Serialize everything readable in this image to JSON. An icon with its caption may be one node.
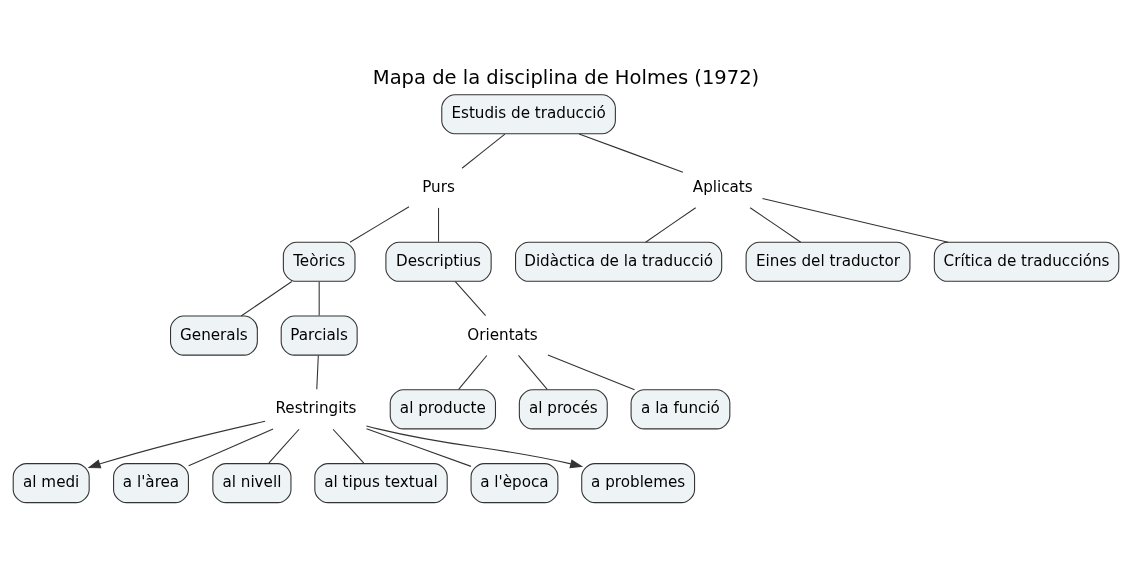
{
  "diagram": {
    "title": "Mapa de la disciplina de Holmes (1972)",
    "nodes": [
      {
        "text": [
          "Estudis de traducció"
        ]
      },
      {
        "text": [
          "Purs"
        ]
      },
      {
        "text": [
          "Aplicats"
        ]
      },
      {
        "text": [
          "Teòrics"
        ]
      },
      {
        "text": [
          "Descriptius"
        ]
      },
      {
        "text": [
          "Generals"
        ]
      },
      {
        "text": [
          "Parcials"
        ]
      },
      {
        "text": [
          "Restringits"
        ]
      },
      {
        "text": [
          "al medi"
        ]
      },
      {
        "text": [
          "a l'àrea"
        ]
      },
      {
        "text": [
          "al nivell"
        ]
      },
      {
        "text": [
          "al tipus textual"
        ]
      },
      {
        "text": [
          "a l'època"
        ]
      },
      {
        "text": [
          "a problemes"
        ]
      },
      {
        "text": [
          "Orientats"
        ]
      },
      {
        "text": [
          "al producte"
        ]
      },
      {
        "text": [
          "al procés"
        ]
      },
      {
        "text": [
          "a la funció"
        ]
      },
      {
        "text": [
          "Didàctica de la traducció"
        ]
      },
      {
        "text": [
          "Eines del traductor"
        ]
      },
      {
        "text": [
          "Crítica de traduccións"
        ]
      }
    ],
    "edges": [
      {
        "from": 0,
        "to": 1,
        "arrow": "none"
      },
      {
        "from": 0,
        "to": 2,
        "arrow": "none"
      },
      {
        "from": 1,
        "to": 3,
        "arrow": "none"
      },
      {
        "from": 1,
        "to": 4,
        "arrow": "none"
      },
      {
        "from": 3,
        "to": 5,
        "arrow": "none"
      },
      {
        "from": 3,
        "to": 6,
        "arrow": "none"
      },
      {
        "from": 6,
        "to": 7,
        "arrow": "none"
      },
      {
        "from": 7,
        "to": 8,
        "arrow": "to"
      },
      {
        "from": 7,
        "to": 9,
        "arrow": "none"
      },
      {
        "from": 7,
        "to": 10,
        "arrow": "none"
      },
      {
        "from": 7,
        "to": 11,
        "arrow": "none"
      },
      {
        "from": 7,
        "to": 12,
        "arrow": "none"
      },
      {
        "from": 7,
        "to": 13,
        "arrow": "to"
      },
      {
        "from": 4,
        "to": 14,
        "arrow": "none"
      },
      {
        "from": 14,
        "to": 15,
        "arrow": "none"
      },
      {
        "from": 14,
        "to": 16,
        "arrow": "none"
      },
      {
        "from": 14,
        "to": 17,
        "arrow": "none"
      },
      {
        "from": 2,
        "to": 18,
        "arrow": "none"
      },
      {
        "from": 2,
        "to": 19,
        "arrow": "none"
      },
      {
        "from": 2,
        "to": 20,
        "arrow": "none"
      }
    ]
  }
}
